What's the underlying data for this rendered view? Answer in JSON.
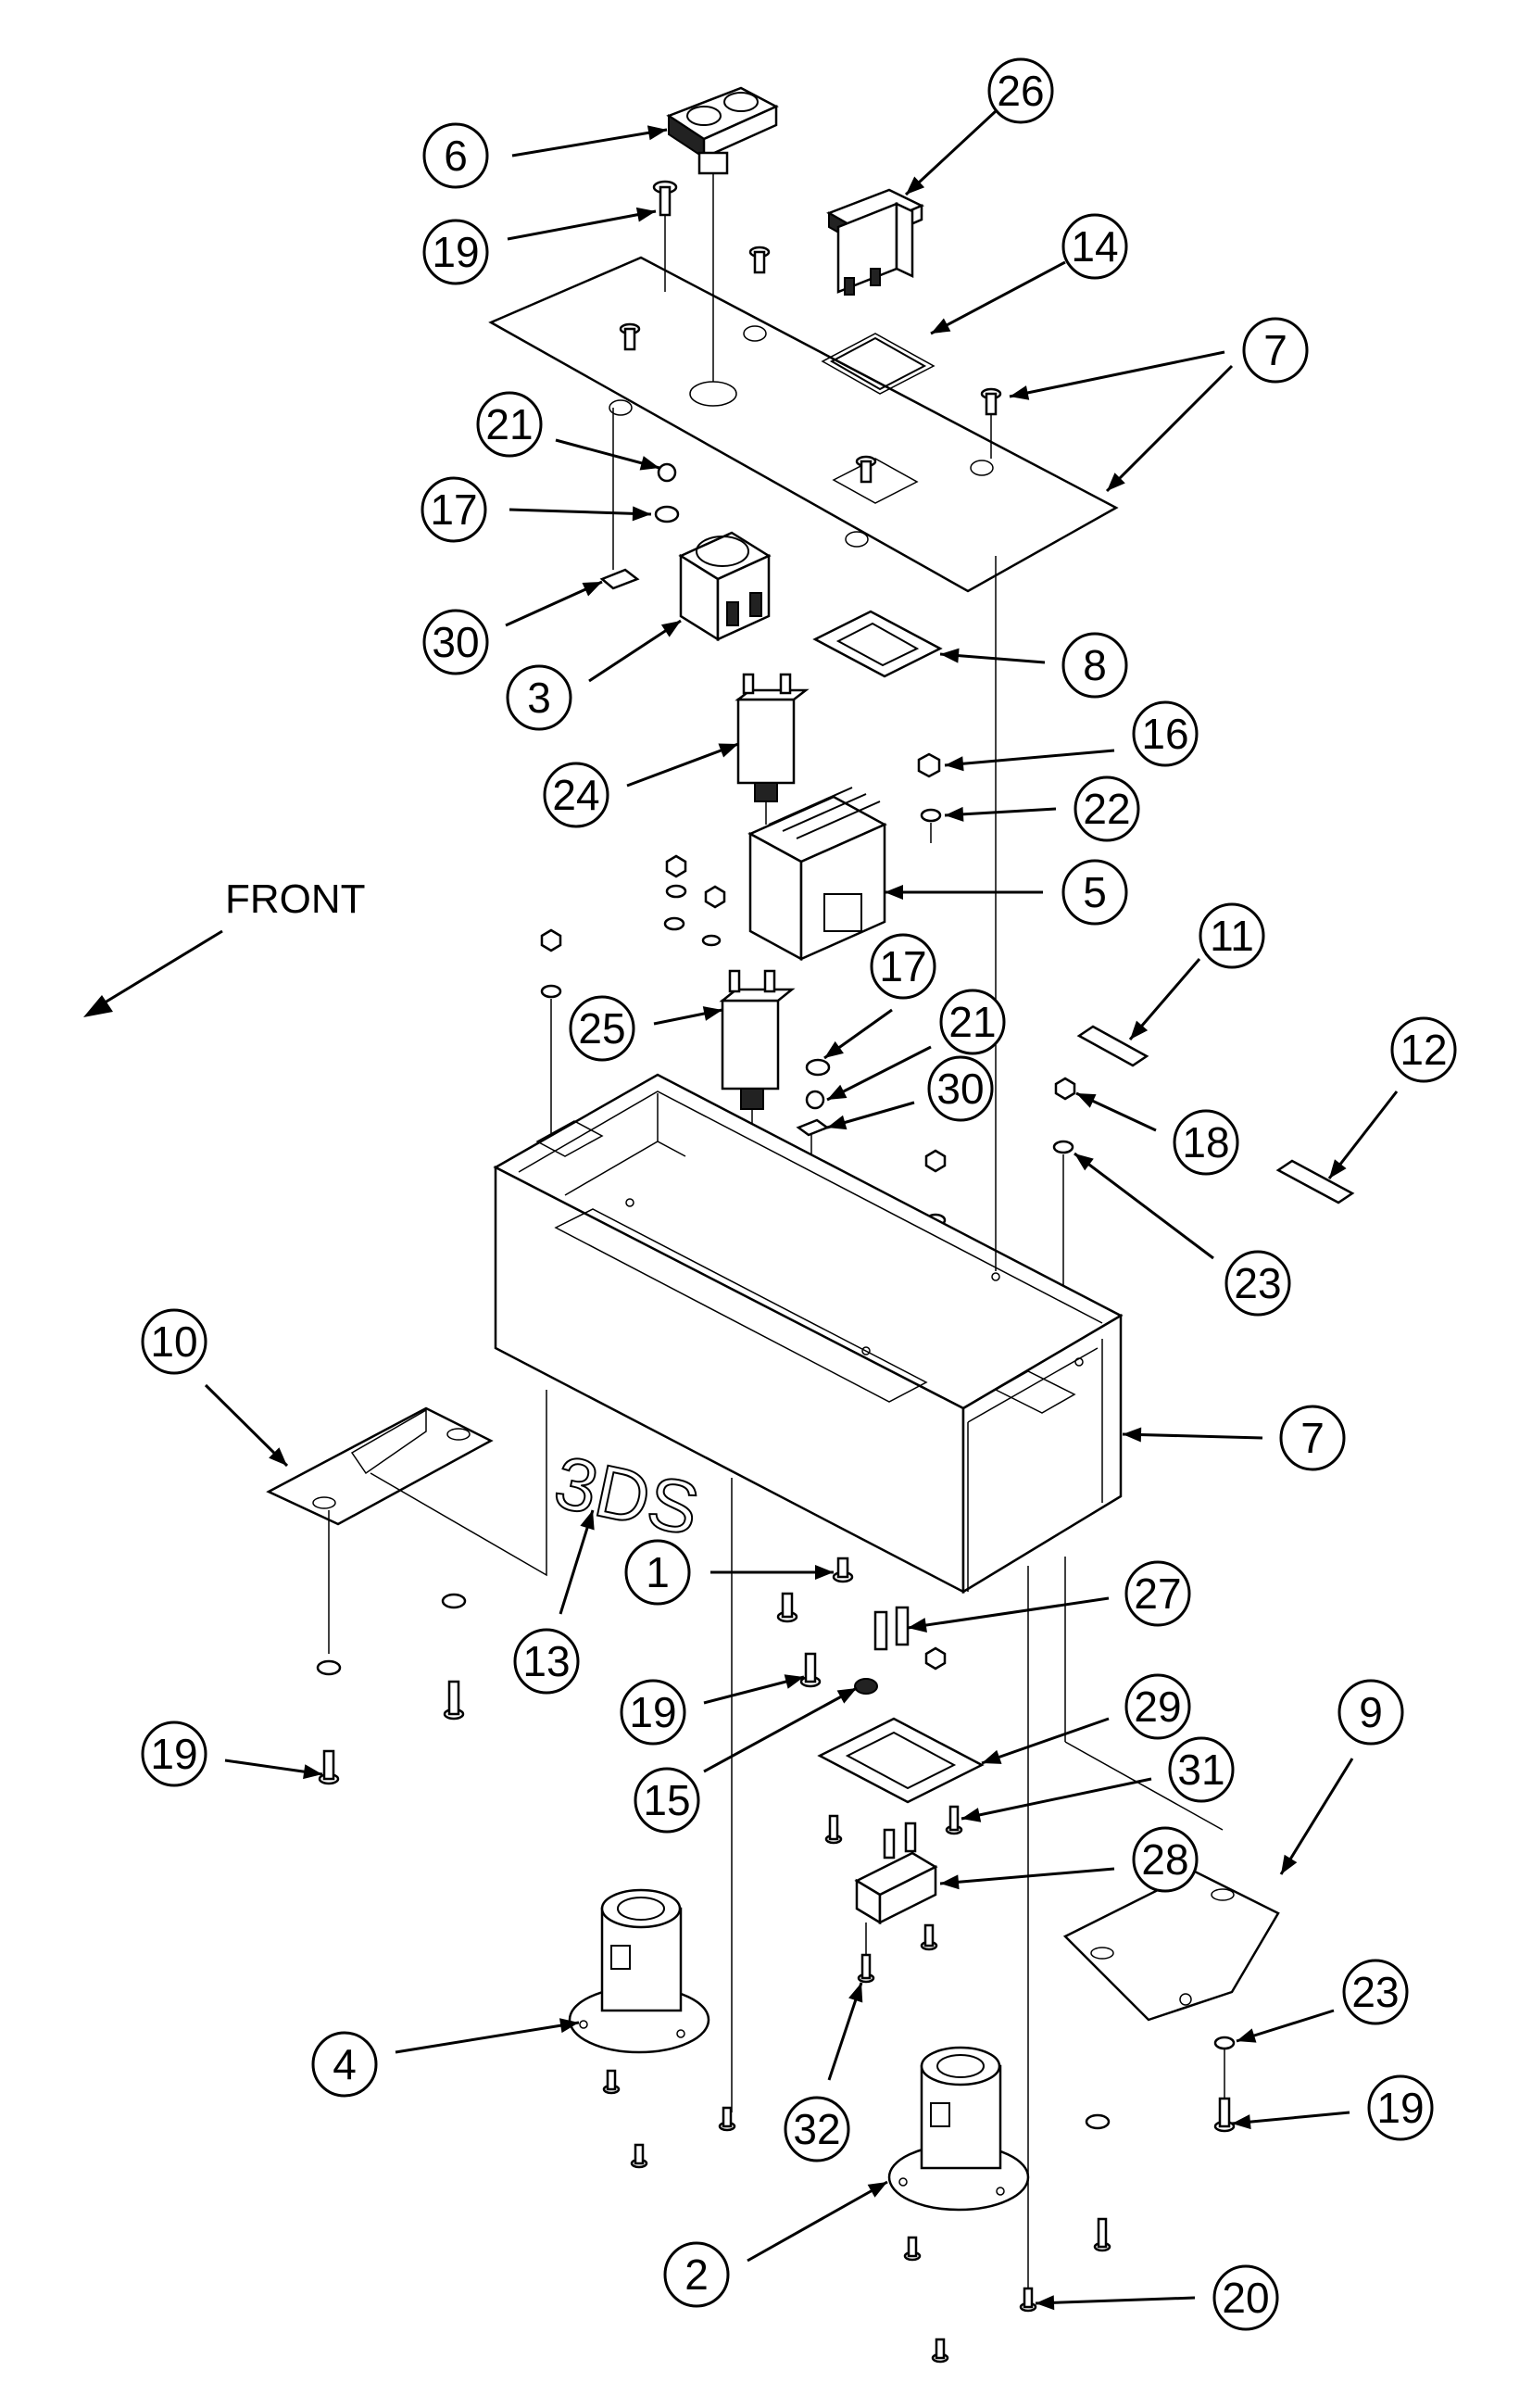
{
  "orientation_label": "FRONT",
  "logo_text": "3DS",
  "callouts": [
    {
      "id": "c6",
      "text": "6"
    },
    {
      "id": "c26",
      "text": "26"
    },
    {
      "id": "c19a",
      "text": "19"
    },
    {
      "id": "c14",
      "text": "14"
    },
    {
      "id": "c7a",
      "text": "7"
    },
    {
      "id": "c21a",
      "text": "21"
    },
    {
      "id": "c17a",
      "text": "17"
    },
    {
      "id": "c30a",
      "text": "30"
    },
    {
      "id": "c3",
      "text": "3"
    },
    {
      "id": "c8",
      "text": "8"
    },
    {
      "id": "c16",
      "text": "16"
    },
    {
      "id": "c24",
      "text": "24"
    },
    {
      "id": "c22",
      "text": "22"
    },
    {
      "id": "c5",
      "text": "5"
    },
    {
      "id": "c11",
      "text": "11"
    },
    {
      "id": "c17b",
      "text": "17"
    },
    {
      "id": "c25",
      "text": "25"
    },
    {
      "id": "c21b",
      "text": "21"
    },
    {
      "id": "c12",
      "text": "12"
    },
    {
      "id": "c30b",
      "text": "30"
    },
    {
      "id": "c18",
      "text": "18"
    },
    {
      "id": "c23a",
      "text": "23"
    },
    {
      "id": "c10",
      "text": "10"
    },
    {
      "id": "c7b",
      "text": "7"
    },
    {
      "id": "c13",
      "text": "13"
    },
    {
      "id": "c1",
      "text": "1"
    },
    {
      "id": "c27",
      "text": "27"
    },
    {
      "id": "c19b",
      "text": "19"
    },
    {
      "id": "c29",
      "text": "29"
    },
    {
      "id": "c9",
      "text": "9"
    },
    {
      "id": "c19c",
      "text": "19"
    },
    {
      "id": "c15",
      "text": "15"
    },
    {
      "id": "c31",
      "text": "31"
    },
    {
      "id": "c28",
      "text": "28"
    },
    {
      "id": "c23b",
      "text": "23"
    },
    {
      "id": "c4",
      "text": "4"
    },
    {
      "id": "c32",
      "text": "32"
    },
    {
      "id": "c19d",
      "text": "19"
    },
    {
      "id": "c2",
      "text": "2"
    },
    {
      "id": "c20",
      "text": "20"
    }
  ]
}
